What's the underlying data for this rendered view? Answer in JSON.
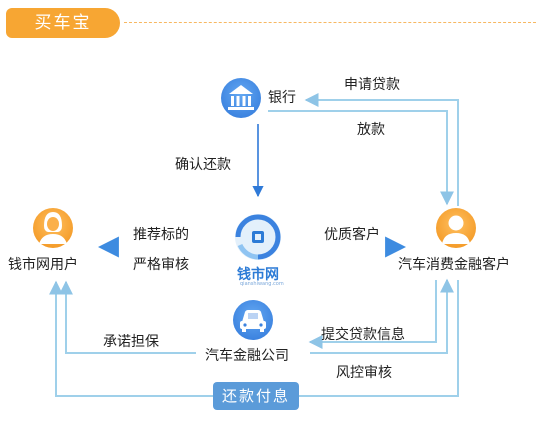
{
  "header": {
    "title": "买车宝"
  },
  "nodes": {
    "bank": "银行",
    "user": "钱市网用户",
    "platform": "钱市网",
    "platform_sub": "qianshiwang.com",
    "customer": "汽车消费金融客户",
    "company": "汽车金融公司"
  },
  "edges": {
    "apply_loan": "申请贷款",
    "disburse": "放款",
    "confirm_repay": "确认还款",
    "recommend": "推荐标的",
    "strict_review": "严格审核",
    "quality_customer": "优质客户",
    "submit_info": "提交贷款信息",
    "risk_review": "风控审核",
    "guarantee": "承诺担保"
  },
  "repay_button": "还款付息",
  "colors": {
    "accent_orange": "#f7a633",
    "node_blue": "#4a8ee6",
    "line_light": "#9fd0ea",
    "arrow_blue": "#2f7ad8",
    "button_blue": "#5b9bd9"
  }
}
